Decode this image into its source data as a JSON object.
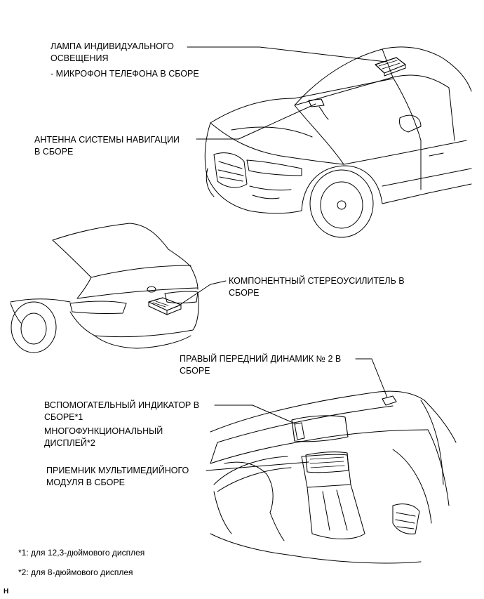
{
  "labels": {
    "dome_lamp_l1": "ЛАМПА ИНДИВИДУАЛЬНОГО",
    "dome_lamp_l2": "ОСВЕЩЕНИЯ",
    "microphone": "- МИКРОФОН ТЕЛЕФОНА В СБОРЕ",
    "nav_antenna_l1": "АНТЕННА СИСТЕМЫ НАВИГАЦИИ",
    "nav_antenna_l2": "В СБОРЕ",
    "amplifier_l1": "КОМПОНЕНТНЫЙ СТЕРЕОУСИЛИТЕЛЬ В",
    "amplifier_l2": "СБОРЕ",
    "speaker_l1": "ПРАВЫЙ ПЕРЕДНИЙ ДИНАМИК № 2 В",
    "speaker_l2": "СБОРЕ",
    "aux_indicator_l1": "ВСПОМОГАТЕЛЬНЫЙ ИНДИКАТОР В",
    "aux_indicator_l2": "СБОРЕ*1",
    "multi_display_l1": "МНОГОФУНКЦИОНАЛЬНЫЙ",
    "multi_display_l2": "ДИСПЛЕЙ*2",
    "receiver_l1": "ПРИЕМНИК МУЛЬТИМЕДИЙНОГО",
    "receiver_l2": "МОДУЛЯ В СБОРЕ"
  },
  "notes": {
    "note1": "*1: для 12,3-дюймового дисплея",
    "note2": "*2: для 8-дюймового дисплея"
  },
  "code": "H"
}
